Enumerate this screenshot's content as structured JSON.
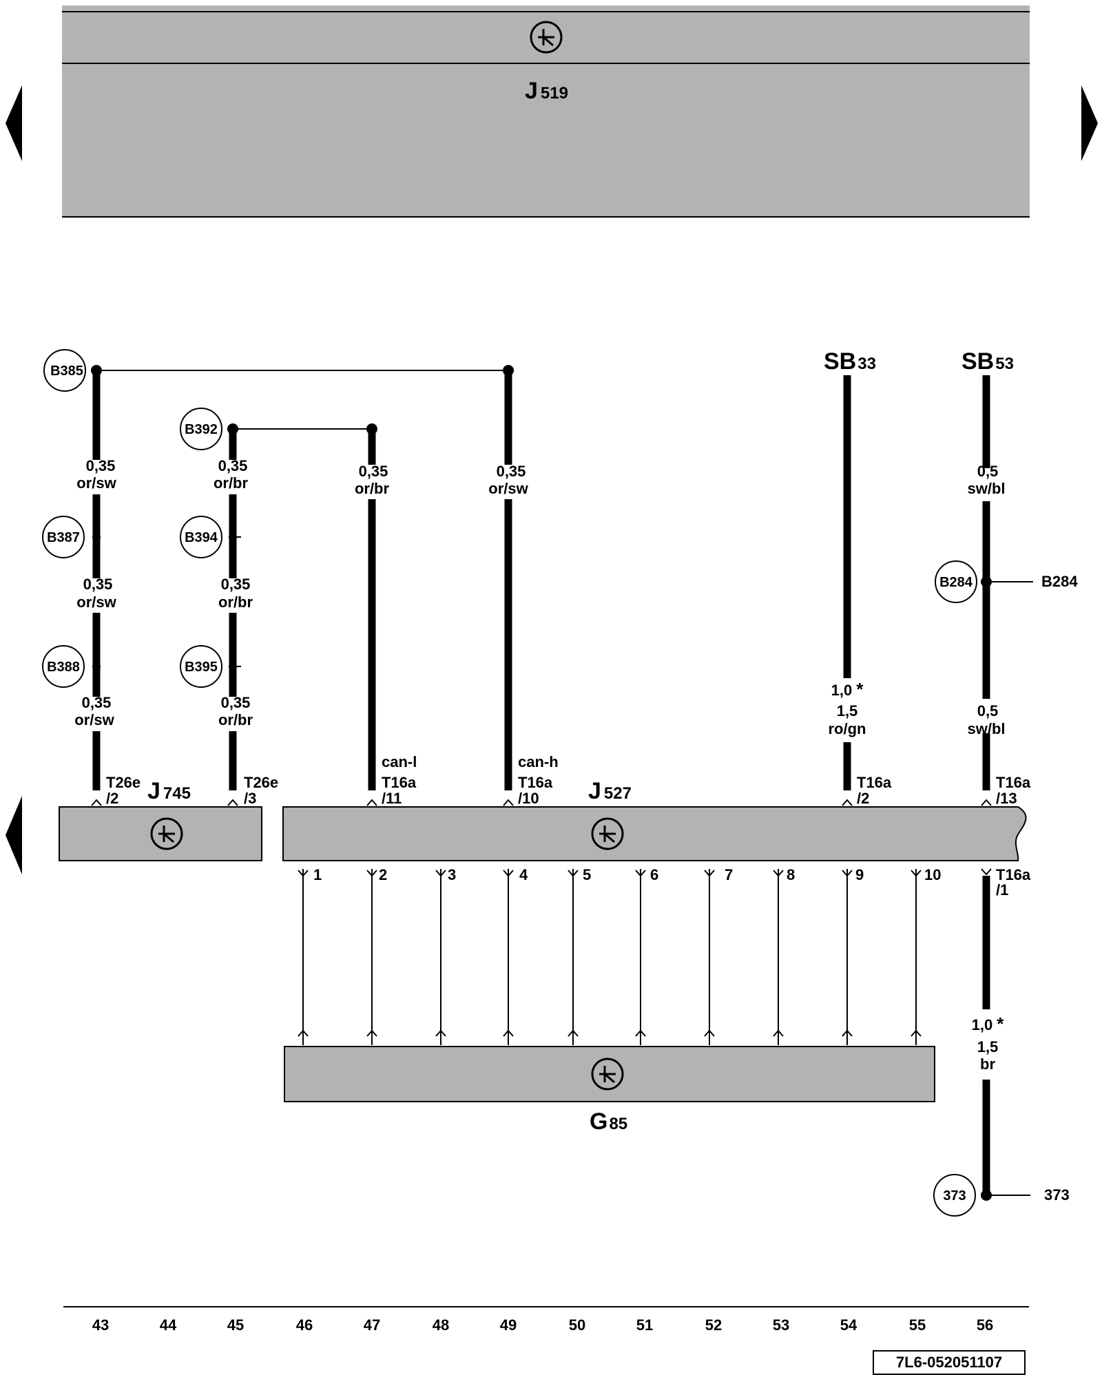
{
  "components": {
    "j519": {
      "letter": "J",
      "num": "519"
    },
    "j745": {
      "letter": "J",
      "num": "745"
    },
    "j527": {
      "letter": "J",
      "num": "527"
    },
    "g85": {
      "letter": "G",
      "num": "85"
    },
    "sb33": {
      "letter": "SB",
      "num": "33"
    },
    "sb53": {
      "letter": "SB",
      "num": "53"
    }
  },
  "connections": {
    "B385": "B385",
    "B387": "B387",
    "B388": "B388",
    "B392": "B392",
    "B394": "B394",
    "B395": "B395",
    "B284": "B284",
    "B284_ref": "B284",
    "c373": "373",
    "c373_ref": "373"
  },
  "wires": {
    "w43a": {
      "size": "0,35",
      "color": "or/sw"
    },
    "w43b": {
      "size": "0,35",
      "color": "or/sw"
    },
    "w43c": {
      "size": "0,35",
      "color": "or/sw"
    },
    "w45a": {
      "size": "0,35",
      "color": "or/br"
    },
    "w45b": {
      "size": "0,35",
      "color": "or/br"
    },
    "w45c": {
      "size": "0,35",
      "color": "or/br"
    },
    "w47": {
      "size": "0,35",
      "color": "or/br"
    },
    "w49": {
      "size": "0,35",
      "color": "or/sw"
    },
    "w54": {
      "size1": "1,0",
      "star": "*",
      "size2": "1,5",
      "color": "ro/gn"
    },
    "w56a": {
      "size": "0,5",
      "color": "sw/bl"
    },
    "w56b": {
      "size": "0,5",
      "color": "sw/bl"
    },
    "w56c": {
      "size1": "1,0",
      "star": "*",
      "size2": "1,5",
      "color": "br"
    }
  },
  "pins": {
    "p43": {
      "conn": "T26e",
      "pin": "/2"
    },
    "p45": {
      "conn": "T26e",
      "pin": "/3"
    },
    "p47": {
      "sig": "can-l",
      "conn": "T16a",
      "pin": "/11"
    },
    "p49": {
      "sig": "can-h",
      "conn": "T16a",
      "pin": "/10"
    },
    "p54": {
      "conn": "T16a",
      "pin": "/2"
    },
    "p56": {
      "conn": "T16a",
      "pin": "/13"
    },
    "p56b": {
      "conn": "T16a",
      "pin": "/1"
    }
  },
  "g85_pins": [
    "1",
    "2",
    "3",
    "4",
    "5",
    "6",
    "7",
    "8",
    "9",
    "10"
  ],
  "columns": [
    "43",
    "44",
    "45",
    "46",
    "47",
    "48",
    "49",
    "50",
    "51",
    "52",
    "53",
    "54",
    "55",
    "56"
  ],
  "diagram_code": "7L6-052051107",
  "colors": {
    "box_fill": "#b3b3b3",
    "line": "#000000"
  },
  "icons": [
    "nav-left-arrow",
    "nav-right-arrow",
    "nav-left-arrow-2",
    "control-unit-symbol"
  ]
}
